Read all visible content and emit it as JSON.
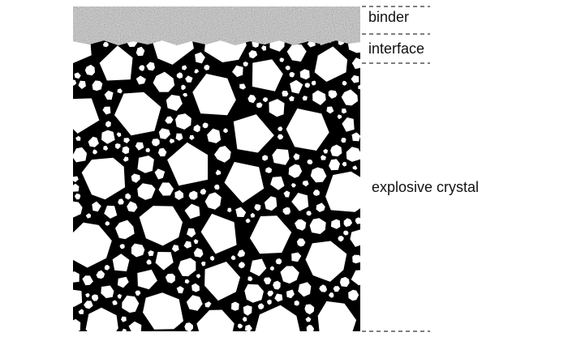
{
  "labels": {
    "binder": "binder",
    "interface": "interface",
    "explosive_crystal": "explosive crystal"
  },
  "colors": {
    "matrix": "#000000",
    "crystal": "#ffffff",
    "binder_base": "#b8b8b8",
    "divider": "#333333"
  }
}
